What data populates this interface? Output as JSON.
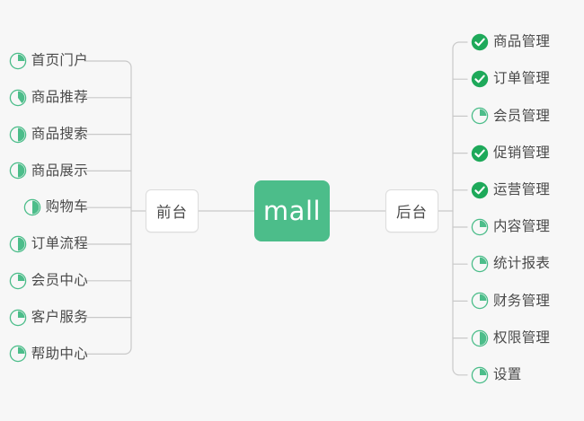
{
  "diagram": {
    "type": "mind-map",
    "background_color": "#f7f7f7",
    "accent_color": "#4cbd8a",
    "done_color": "#1ea95a",
    "text_color": "#4a4a4a",
    "edge_color": "#c9c9c9",
    "root": {
      "label": "mall"
    },
    "branches": [
      {
        "label": "前台",
        "side": "left"
      },
      {
        "label": "后台",
        "side": "right"
      }
    ],
    "left_items": [
      {
        "label": "首页门户",
        "icon": "pie-progress-icon",
        "progress": 25,
        "status": "in-progress"
      },
      {
        "label": "商品推荐",
        "icon": "pie-progress-icon",
        "progress": 40,
        "status": "in-progress"
      },
      {
        "label": "商品搜索",
        "icon": "pie-progress-icon",
        "progress": 50,
        "status": "in-progress"
      },
      {
        "label": "商品展示",
        "icon": "pie-progress-icon",
        "progress": 50,
        "status": "in-progress"
      },
      {
        "label": "购物车",
        "icon": "pie-progress-icon",
        "progress": 50,
        "status": "in-progress"
      },
      {
        "label": "订单流程",
        "icon": "pie-progress-icon",
        "progress": 50,
        "status": "in-progress"
      },
      {
        "label": "会员中心",
        "icon": "pie-progress-icon",
        "progress": 25,
        "status": "in-progress"
      },
      {
        "label": "客户服务",
        "icon": "pie-progress-icon",
        "progress": 25,
        "status": "in-progress"
      },
      {
        "label": "帮助中心",
        "icon": "pie-progress-icon",
        "progress": 25,
        "status": "in-progress"
      }
    ],
    "right_items": [
      {
        "label": "商品管理",
        "icon": "check-circle-icon",
        "progress": 100,
        "status": "done"
      },
      {
        "label": "订单管理",
        "icon": "check-circle-icon",
        "progress": 100,
        "status": "done"
      },
      {
        "label": "会员管理",
        "icon": "pie-progress-icon",
        "progress": 25,
        "status": "in-progress"
      },
      {
        "label": "促销管理",
        "icon": "check-circle-icon",
        "progress": 100,
        "status": "done"
      },
      {
        "label": "运营管理",
        "icon": "check-circle-icon",
        "progress": 100,
        "status": "done"
      },
      {
        "label": "内容管理",
        "icon": "pie-progress-icon",
        "progress": 25,
        "status": "in-progress"
      },
      {
        "label": "统计报表",
        "icon": "pie-progress-icon",
        "progress": 25,
        "status": "in-progress"
      },
      {
        "label": "财务管理",
        "icon": "pie-progress-icon",
        "progress": 25,
        "status": "in-progress"
      },
      {
        "label": "权限管理",
        "icon": "pie-progress-icon",
        "progress": 50,
        "status": "in-progress"
      },
      {
        "label": "设置",
        "icon": "pie-progress-icon",
        "progress": 25,
        "status": "in-progress"
      }
    ]
  }
}
